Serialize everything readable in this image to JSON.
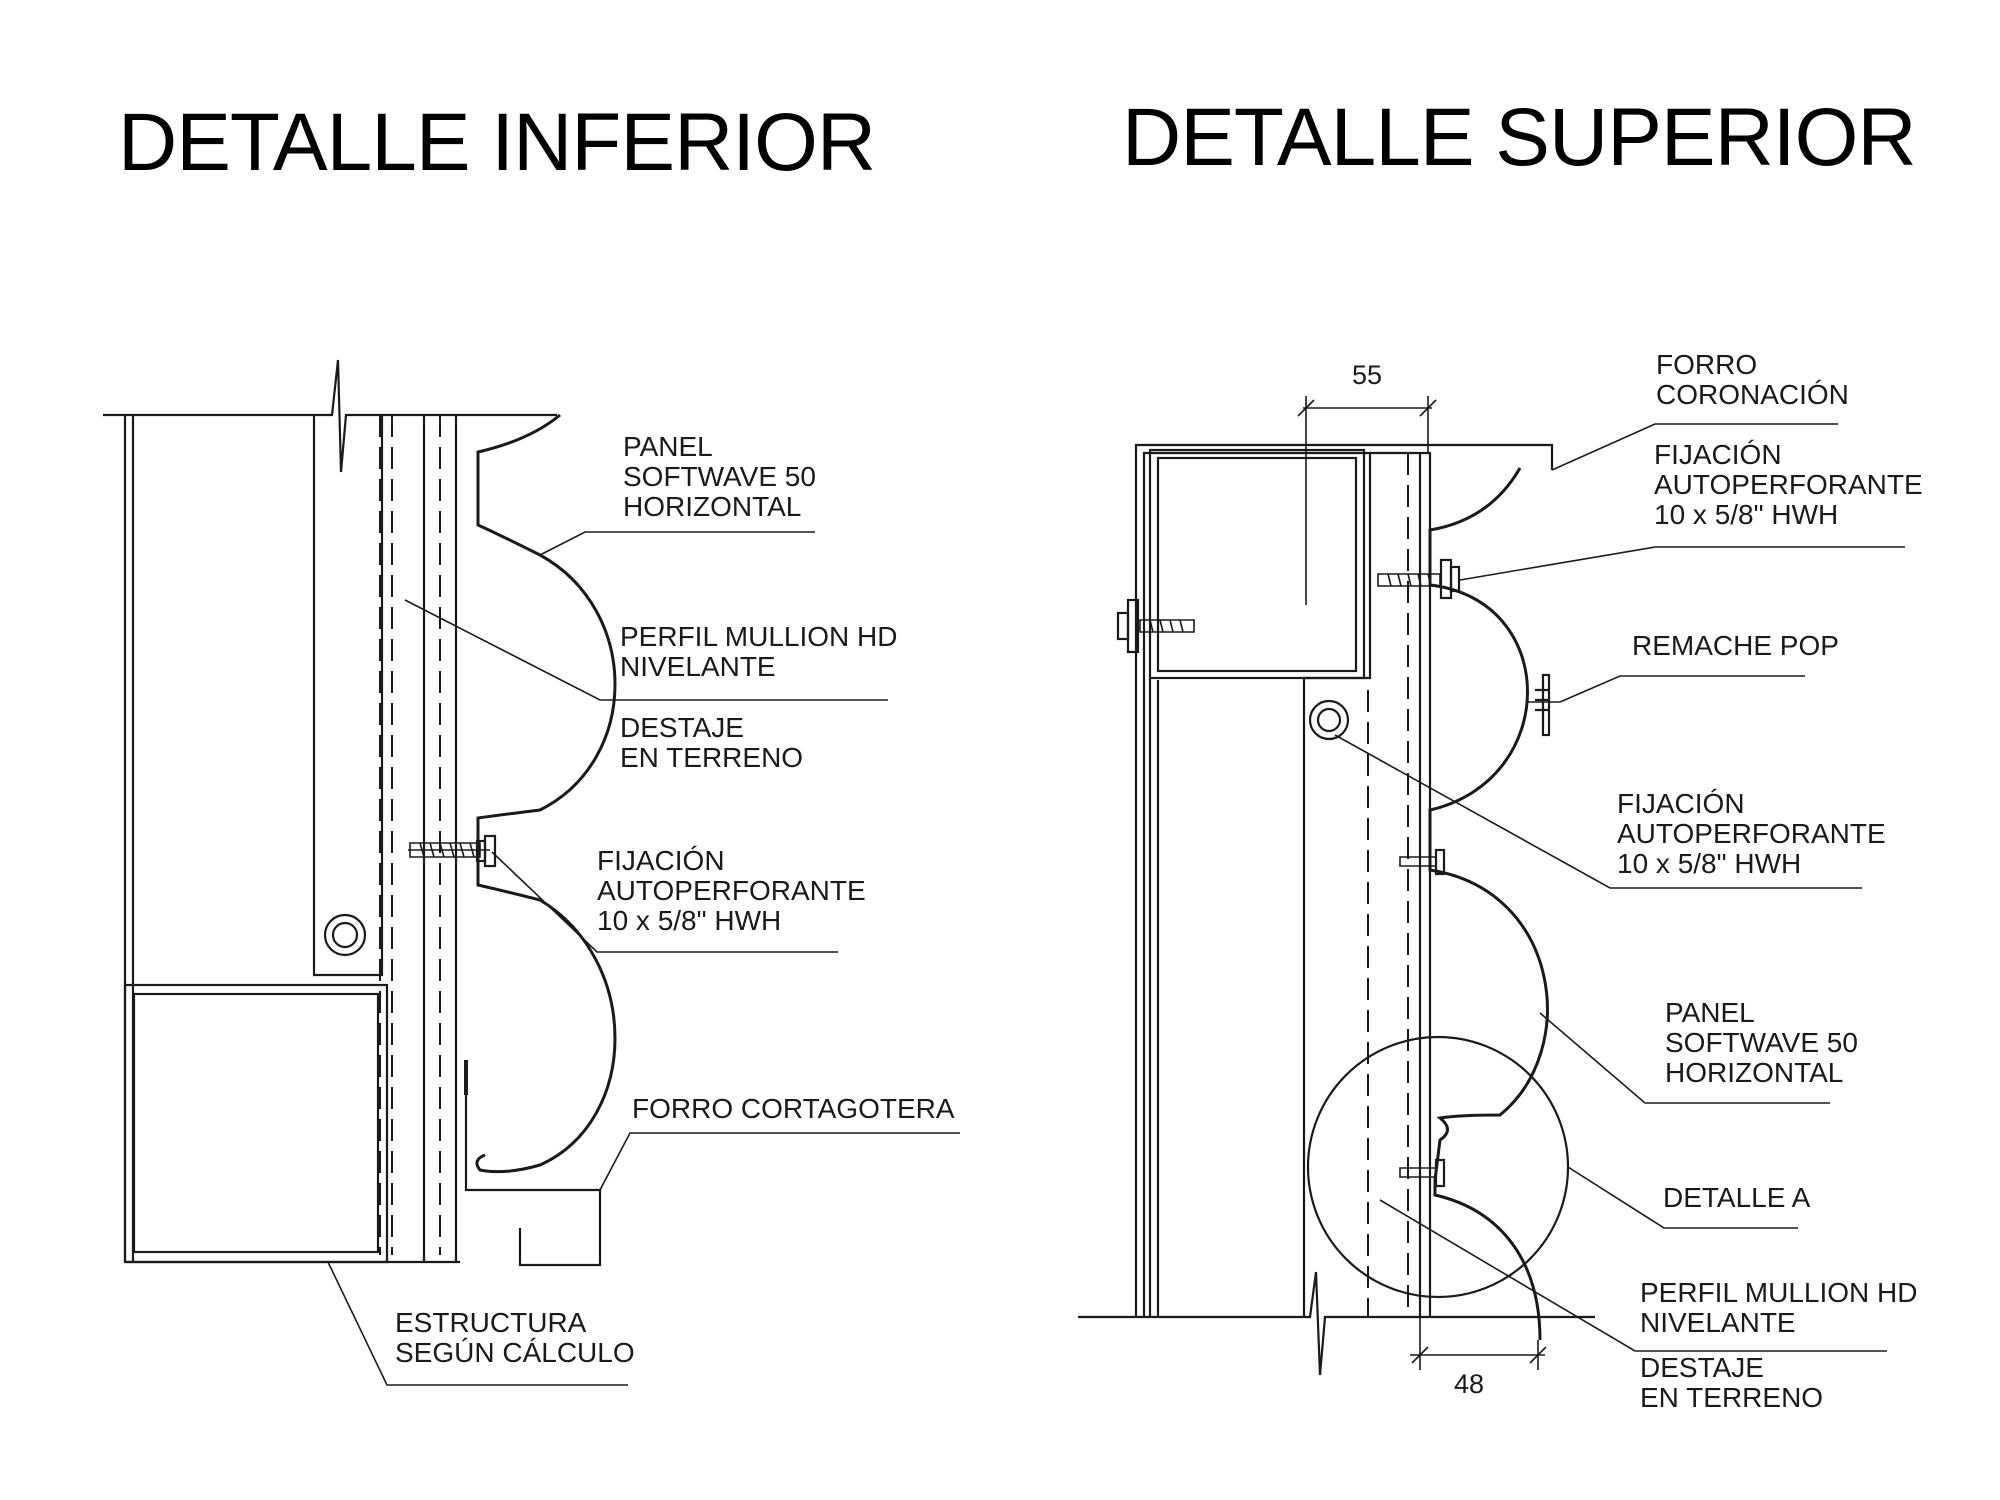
{
  "titles": {
    "inferior": "DETALLE INFERIOR",
    "superior": "DETALLE SUPERIOR"
  },
  "inferior_labels": {
    "panel": [
      "PANEL",
      "SOFTWAVE 50",
      "HORIZONTAL"
    ],
    "perfil": [
      "PERFIL MULLION HD",
      "NIVELANTE"
    ],
    "destaje": [
      "DESTAJE",
      "EN TERRENO"
    ],
    "fijacion": [
      "FIJACIÓN",
      "AUTOPERFORANTE",
      "10 x 5/8\" HWH"
    ],
    "forro": [
      "FORRO CORTAGOTERA"
    ],
    "estructura": [
      "ESTRUCTURA",
      "SEGÚN CÁLCULO"
    ]
  },
  "superior_labels": {
    "forro": [
      "FORRO",
      "CORONACIÓN"
    ],
    "fijacion_top": [
      "FIJACIÓN",
      "AUTOPERFORANTE",
      "10 x 5/8\" HWH"
    ],
    "remache": [
      "REMACHE POP"
    ],
    "fijacion_mid": [
      "FIJACIÓN",
      "AUTOPERFORANTE",
      "10 x 5/8\" HWH"
    ],
    "panel": [
      "PANEL",
      "SOFTWAVE 50",
      "HORIZONTAL"
    ],
    "detalle_a": [
      "DETALLE A"
    ],
    "perfil": [
      "PERFIL MULLION HD",
      "NIVELANTE"
    ],
    "destaje": [
      "DESTAJE",
      "EN TERRENO"
    ]
  },
  "dimensions": {
    "top": "55",
    "bottom": "48"
  }
}
